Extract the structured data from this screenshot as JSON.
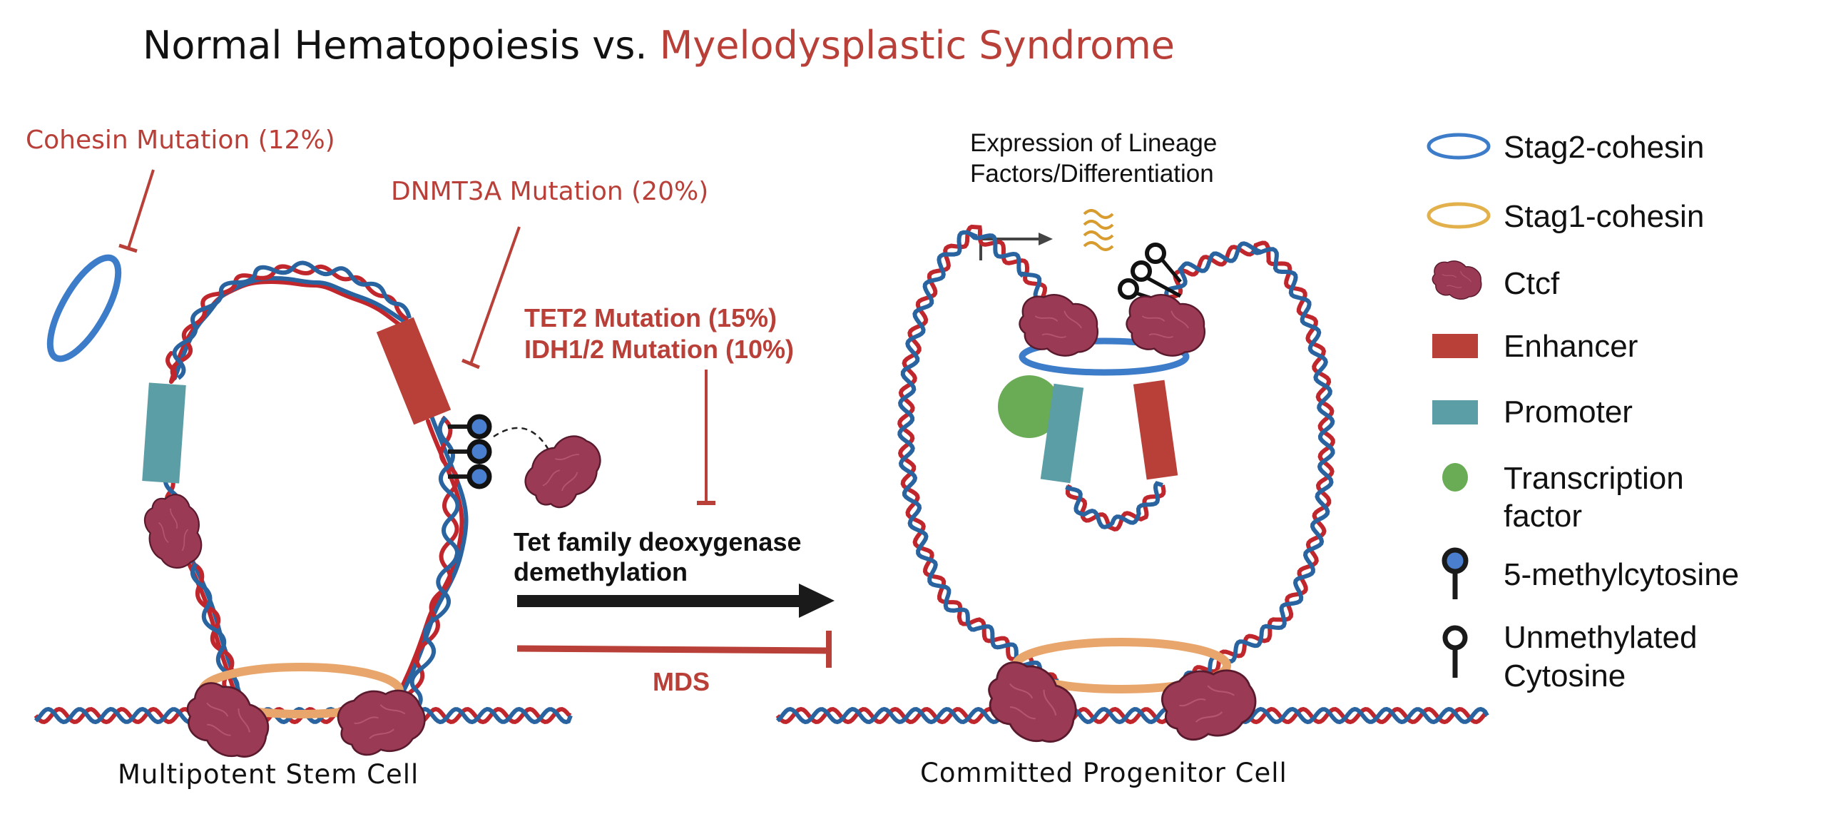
{
  "title": {
    "part1": "Normal Hematopoiesis vs. ",
    "part2": "Myelodysplastic Syndrome",
    "color_normal": "#111111",
    "color_disease": "#b94038"
  },
  "annotations": {
    "cohesin_mutation": "Cohesin Mutation (12%)",
    "dnmt3a_mutation": "DNMT3A Mutation (20%)",
    "tet2_mutation": "TET2 Mutation (15%)",
    "idh_mutation": "IDH1/2 Mutation (10%)",
    "tet_process_line1": "Tet family deoxygenase",
    "tet_process_line2": "demethylation",
    "mds_label": "MDS",
    "expression_line1": "Expression of Lineage",
    "expression_line2": "Factors/Differentiation"
  },
  "cells": {
    "left": "Multipotent Stem Cell",
    "right": "Committed Progenitor Cell"
  },
  "legend": {
    "items": [
      {
        "icon": "stag2-cohesin-ring-icon",
        "label": "Stag2-cohesin",
        "color": "#3d7cc9"
      },
      {
        "icon": "stag1-cohesin-ring-icon",
        "label": "Stag1-cohesin",
        "color": "#e3b14c"
      },
      {
        "icon": "ctcf-protein-icon",
        "label": "Ctcf",
        "color": "#9a3a55"
      },
      {
        "icon": "enhancer-block-icon",
        "label": "Enhancer",
        "color": "#b94038"
      },
      {
        "icon": "promoter-block-icon",
        "label": "Promoter",
        "color": "#5b9ea6"
      },
      {
        "icon": "transcription-factor-icon",
        "label_line1": "Transcription",
        "label_line2": "factor",
        "color": "#6aab55"
      },
      {
        "icon": "methylcytosine-lollipop-icon",
        "label": "5-methylcytosine",
        "color": "#4a7fcf"
      },
      {
        "icon": "unmethylated-cytosine-lollipop-icon",
        "label_line1": "Unmethylated",
        "label_line2": "Cytosine",
        "color": "#111111"
      }
    ]
  },
  "colors": {
    "dna_red": "#c0272d",
    "dna_blue": "#2a64a0",
    "stag1_ring_diagram": "#e9a66c",
    "mutation_red": "#b94038",
    "arrow_black": "#1a1a1a",
    "mrna": "#d89b2e"
  }
}
